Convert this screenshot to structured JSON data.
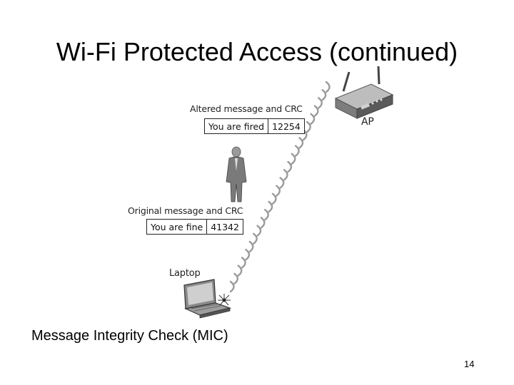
{
  "slide": {
    "title": "Wi-Fi Protected Access (continued)",
    "caption": "Message Integrity Check (MIC)",
    "page_number": "14"
  },
  "diagram": {
    "ap_label": "AP",
    "altered": {
      "label": "Altered message and CRC",
      "message": "You are fired",
      "crc": "12254"
    },
    "original": {
      "label": "Original message and CRC",
      "message": "You are fine",
      "crc": "41342"
    },
    "laptop_label": "Laptop"
  },
  "colors": {
    "text": "#000000",
    "device_gray": "#8a8a8a",
    "device_dark": "#3a3a3a",
    "wave_gray": "#9a9a9a"
  },
  "icons": [
    "router-icon",
    "person-icon",
    "laptop-icon",
    "signal-arc-icon"
  ]
}
